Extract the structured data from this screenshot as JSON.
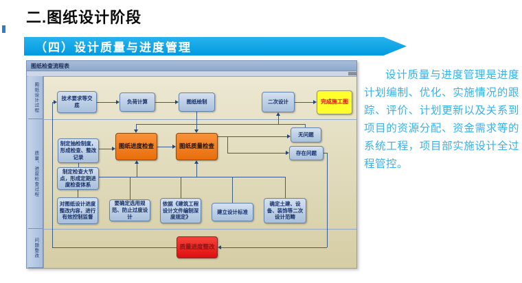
{
  "slide": {
    "title": "二.图纸设计阶段",
    "banner": "（四）设计质量与进度管理",
    "paragraph": "设计质量与进度管理是进度计划编制、优化、实施情况的跟踪、评价、计划更新以及关系到项目的资源分配、资金需求等的系统工程，项目部实施设计全过程管控。",
    "accent_blue": "#00a0e4",
    "paragraph_color": "#35b2ec"
  },
  "flowchart": {
    "header": "图纸检查流程表",
    "sidebar": [
      "图纸设计过程",
      "质量、进度检查过程",
      "问题整改"
    ],
    "nodes": {
      "tech": "技术要求等交底",
      "load": "负荷计算",
      "draw": "图纸绘制",
      "secondary": "二次设计",
      "finish": "完成施工图",
      "sampling": "制定抽检制度，形成检查、整改记录",
      "progress": "图纸进度检查",
      "quality": "图纸质量检查",
      "no_problem": "无问题",
      "has_problem": "存在问题",
      "milestone": "制定检查大节点，形成定期进度检查体系",
      "supervise": "对图纸设计进度整改内容，进行有效控制监督",
      "standard_select": "要确定选用规范、防止过度设计",
      "depth_rule": "依据《建筑工程设计文件编制深度规定》",
      "design_standard": "建立设计标准",
      "secondary_scope": "确定土建、设备、装饰等二次设计范畴",
      "rectify": "质量进度整改"
    },
    "colors": {
      "node_blue": "#b8cce4",
      "node_orange": "#f07c1c",
      "node_yellow": "#ffff2e",
      "node_red": "#e81515",
      "diagram_background": "#ded7b4"
    }
  }
}
